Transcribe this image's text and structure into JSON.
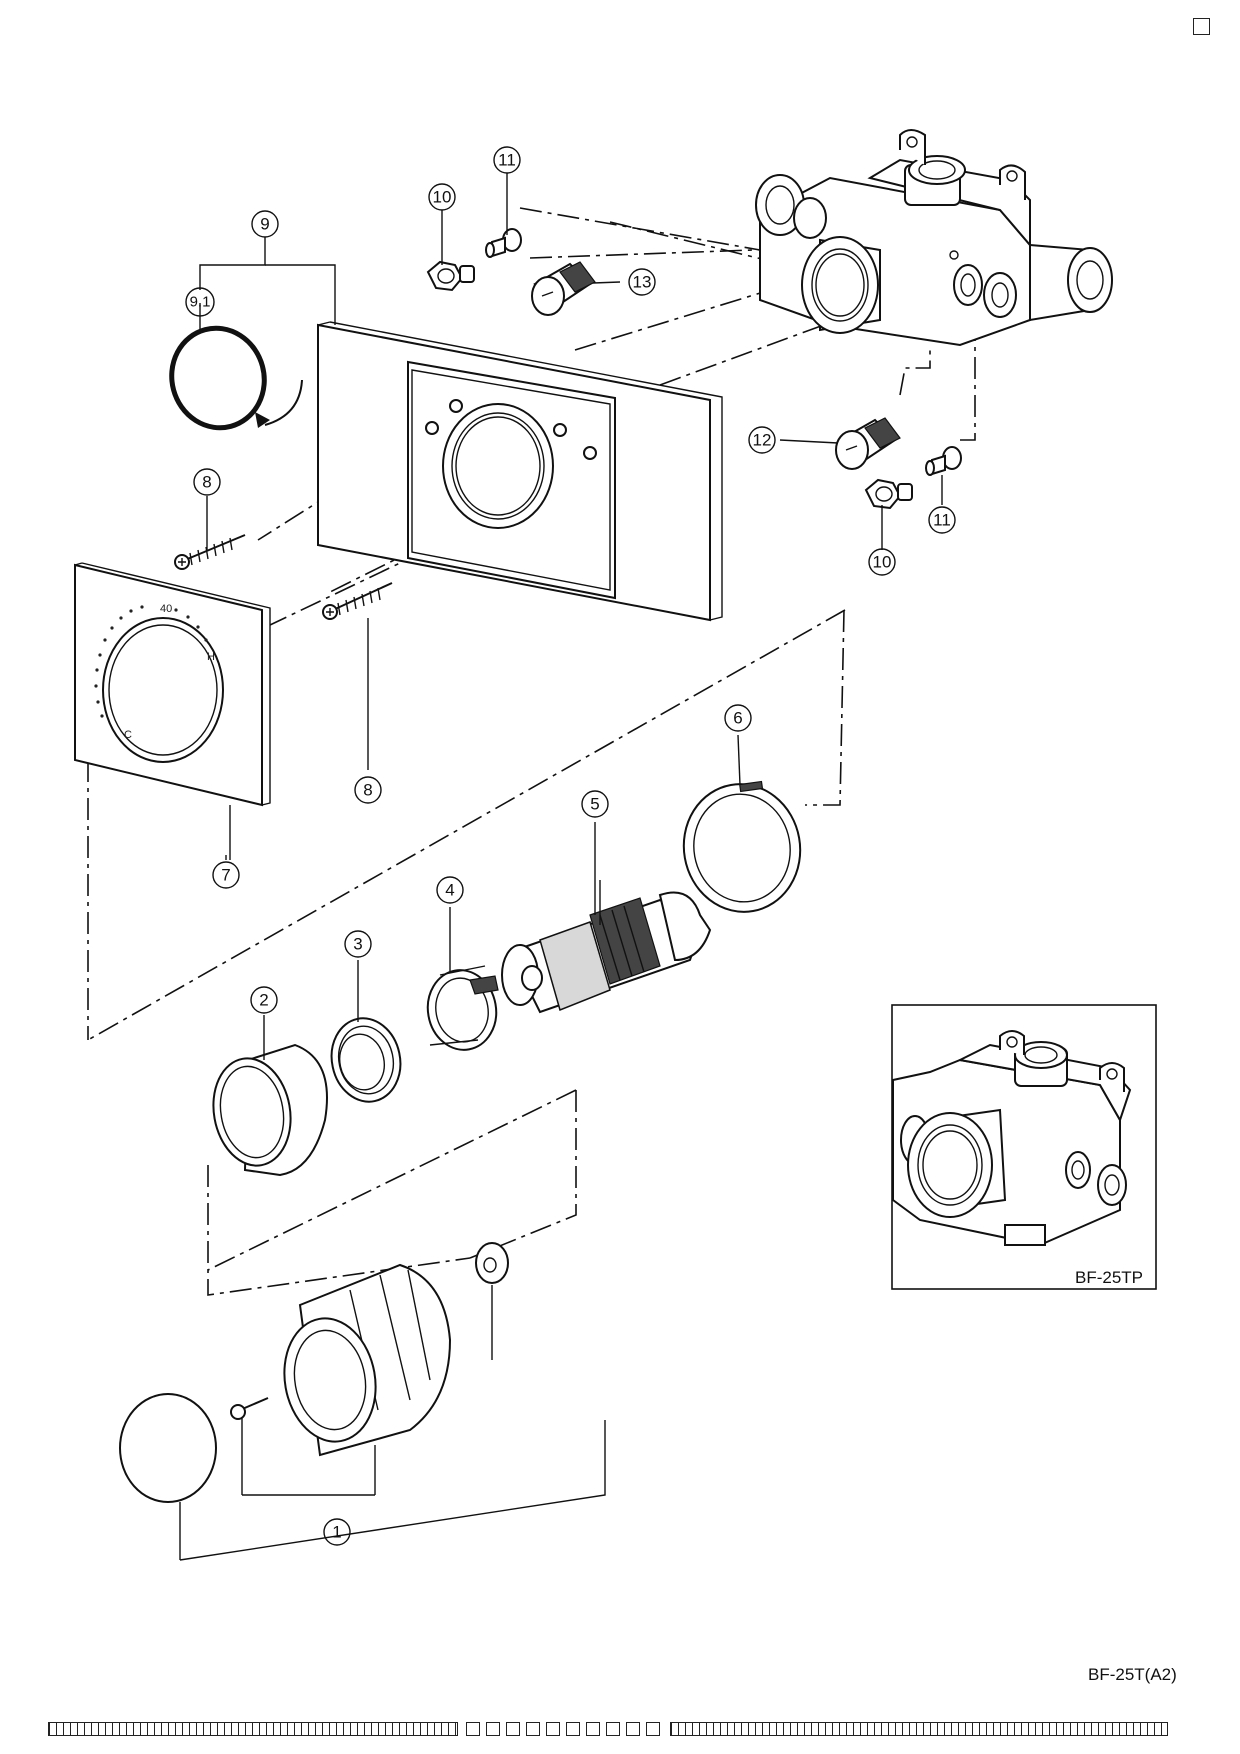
{
  "drawing_code": "BF-25T(A2)",
  "inset": {
    "caption": "BF-25TP"
  },
  "dial": {
    "mark_40": "40",
    "mark_h": "H",
    "mark_c": "C"
  },
  "callouts": [
    "1",
    "2",
    "3",
    "4",
    "5",
    "6",
    "7",
    "8",
    "8",
    "9",
    "9.1",
    "10",
    "10",
    "11",
    "11",
    "12",
    "13"
  ],
  "colors": {
    "line": "#111111",
    "background": "#ffffff"
  }
}
